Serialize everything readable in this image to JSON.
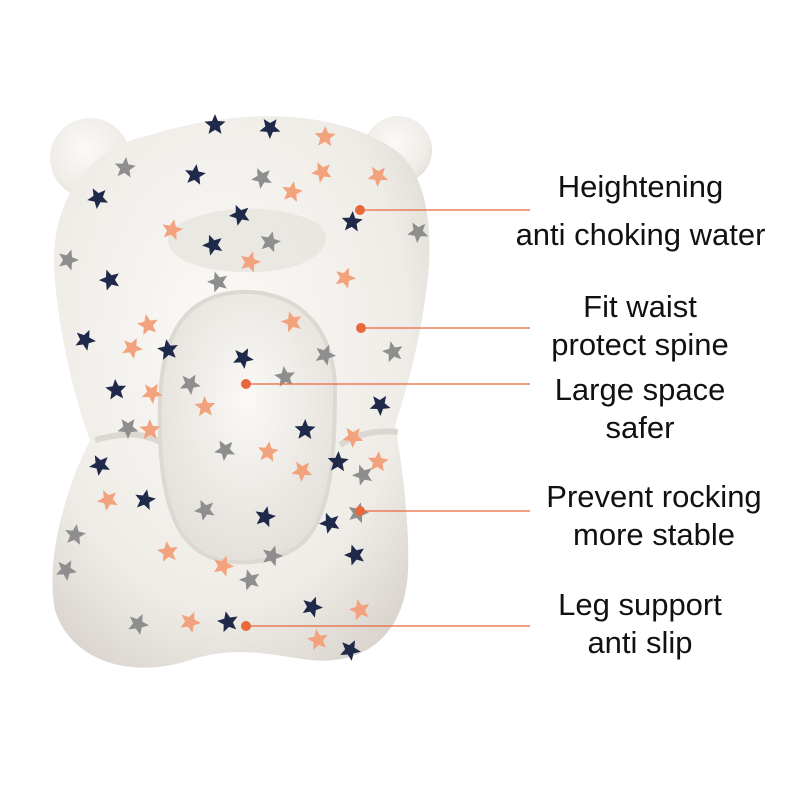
{
  "product": {
    "name_icon": "baby-bath-support-cushion",
    "body_color": "#f2f0ec",
    "shade_color": "#d9d5cf",
    "star_colors": [
      "#1f2a4a",
      "#8e8e8e",
      "#f2a27d"
    ]
  },
  "callouts": [
    {
      "lines": [
        "Heightening",
        "anti choking water"
      ]
    },
    {
      "lines": [
        "Fit waist",
        "protect spine"
      ]
    },
    {
      "lines": [
        "Large space",
        "safer"
      ]
    },
    {
      "lines": [
        "Prevent rocking",
        "more stable"
      ]
    },
    {
      "lines": [
        "Leg support",
        "anti slip"
      ]
    }
  ],
  "accent_color": "#e8683a"
}
